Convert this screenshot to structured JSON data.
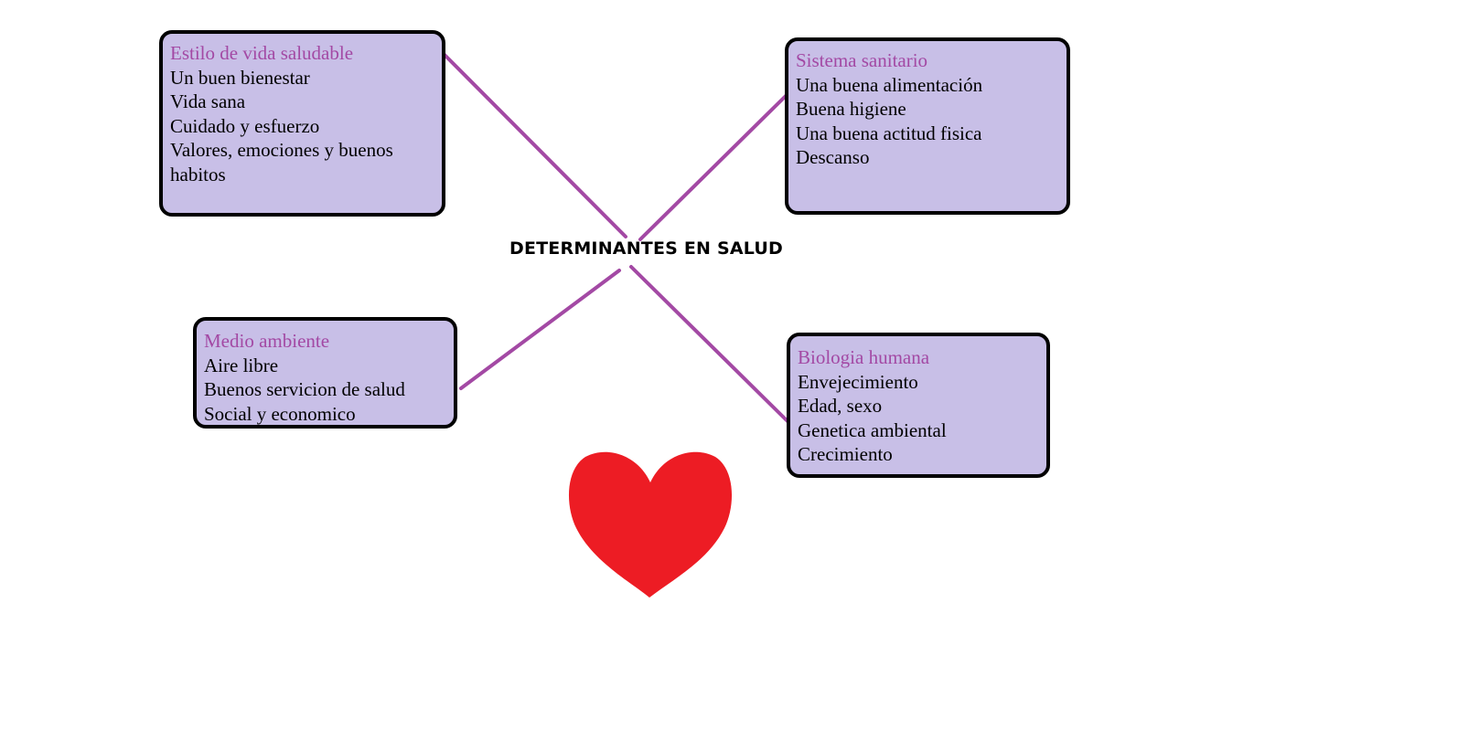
{
  "diagram": {
    "center_title": "DETERMINANTES EN SALUD",
    "colors": {
      "box_fill": "#c8bfe7",
      "box_border": "#000000",
      "title_text": "#a349a4",
      "connector": "#a349a4",
      "heart": "#ed1c24"
    },
    "nodes": [
      {
        "title": "Estilo de vida saludable",
        "items": [
          "Un buen bienestar",
          "Vida sana",
          "Cuidado y esfuerzo",
          "Valores, emociones y buenos habitos"
        ]
      },
      {
        "title": "Sistema sanitario",
        "items": [
          "Una buena alimentación",
          "Buena higiene",
          "Una buena actitud fisica",
          "Descanso"
        ]
      },
      {
        "title": "Medio ambiente",
        "items": [
          "Aire libre",
          "Buenos servicion de salud",
          "Social y economico"
        ]
      },
      {
        "title": "Biologia humana",
        "items": [
          "Envejecimiento",
          "Edad, sexo",
          "Genetica ambiental",
          "Crecimiento"
        ]
      }
    ],
    "decoration": "heart-icon"
  }
}
